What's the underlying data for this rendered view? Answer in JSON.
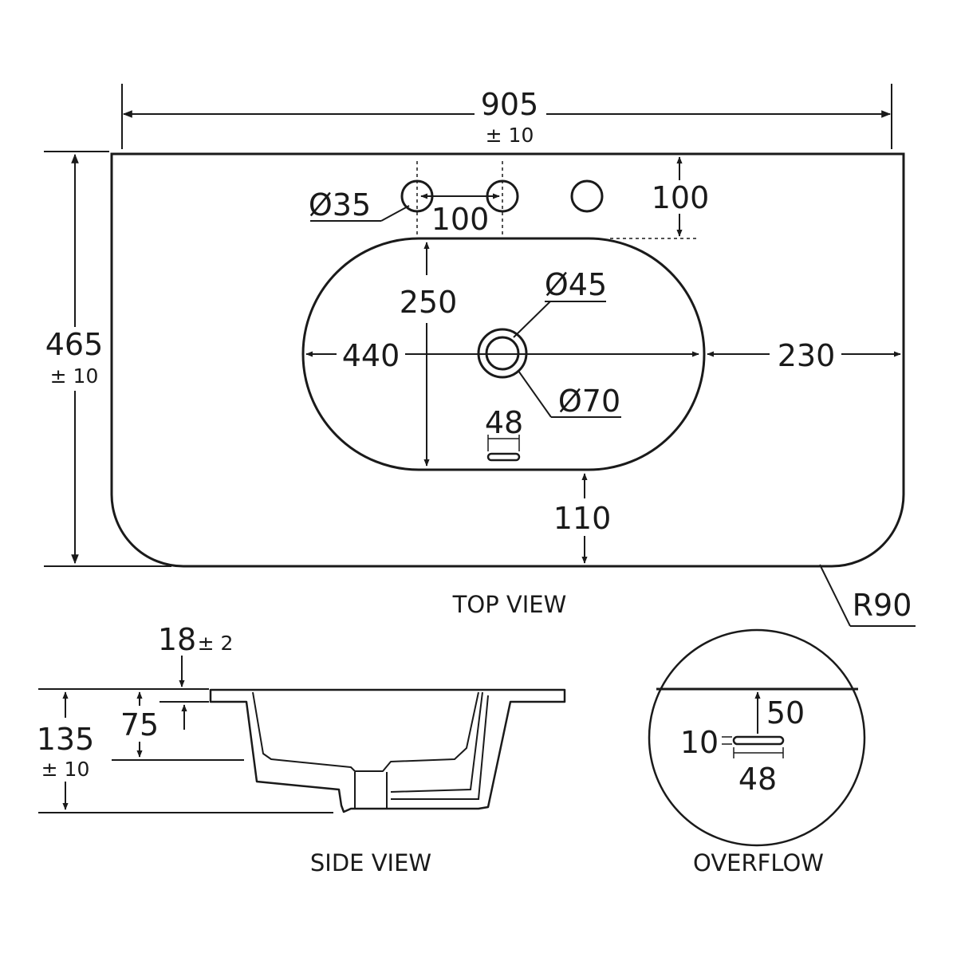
{
  "top_view": {
    "title": "TOP VIEW",
    "width": {
      "value": "905",
      "tolerance": "± 10"
    },
    "depth": {
      "value": "465",
      "tolerance": "± 10"
    },
    "tap_hole_diameter": "Ø35",
    "tap_hole_spacing": "100",
    "tap_hole_offset": "100",
    "bowl_depth": "250",
    "bowl_width": "440",
    "side_clearance": "230",
    "front_clearance": "110",
    "waste_inner": "Ø45",
    "waste_outer": "Ø70",
    "overflow_width": "48",
    "corner_radius": "R90"
  },
  "side_view": {
    "title": "SIDE VIEW",
    "deck_thickness": {
      "value": "18",
      "tolerance": "± 2"
    },
    "bowl_depth": "75",
    "total_height": {
      "value": "135",
      "tolerance": "± 10"
    }
  },
  "overflow_view": {
    "title": "OVERFLOW",
    "offset": "50",
    "height": "10",
    "width": "48"
  }
}
